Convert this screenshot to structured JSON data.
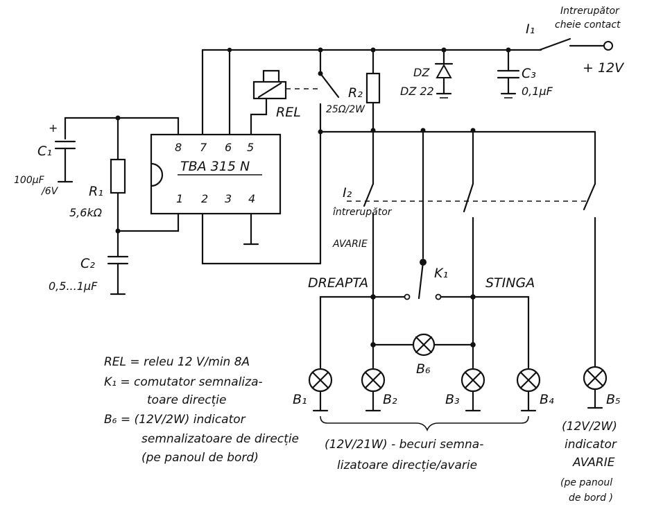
{
  "supply": {
    "switch_name": "I₁",
    "switch_desc_1": "Intrerupător",
    "switch_desc_2": "cheie contact",
    "voltage": "+ 12V"
  },
  "components": {
    "dz_name": "DZ",
    "dz_value": "DZ 22",
    "c3_name": "C₃",
    "c3_value": "0,1μF",
    "r2_name": "R₂",
    "r2_value": "25Ω/2W",
    "rel_name": "REL",
    "c1_name": "C₁",
    "c1_value_1": "100μF",
    "c1_value_2": "/6V",
    "r1_name": "R₁",
    "r1_value": "5,6kΩ",
    "c2_name": "C₂",
    "c2_value": "0,5...1μF",
    "ic_name": "TBA 315 N",
    "ic_pins_top": [
      "8",
      "7",
      "6",
      "5"
    ],
    "ic_pins_bottom": [
      "1",
      "2",
      "3",
      "4"
    ],
    "i2_name": "I₂",
    "i2_desc": [
      "întrerupător",
      "AVARIE"
    ],
    "k1_name": "K₁",
    "dreapta": "DREAPTA",
    "stinga": "STINGA",
    "b6_name": "B₆",
    "b1": "B₁",
    "b2": "B₂",
    "b3": "B₃",
    "b4": "B₄",
    "b5": "B₅"
  },
  "legend": {
    "rel": "REL = releu 12 V/min 8A",
    "k1_line1": "K₁ = comutator semnaliza-",
    "k1_line2": "toare direcție",
    "b6_line1": "B₆ = (12V/2W) indicator",
    "b6_line2": "semnalizatoare de direcție",
    "b6_line3": "(pe panoul de bord)"
  },
  "bulbs_note": {
    "line1": "(12V/21W) - becuri semna-",
    "line2": "lizatoare direcție/avarie"
  },
  "b5_note": {
    "line1": "(12V/2W)",
    "line2": "indicator",
    "line3": "AVARIE",
    "line4": "(pe panoul",
    "line5": "de bord )"
  }
}
